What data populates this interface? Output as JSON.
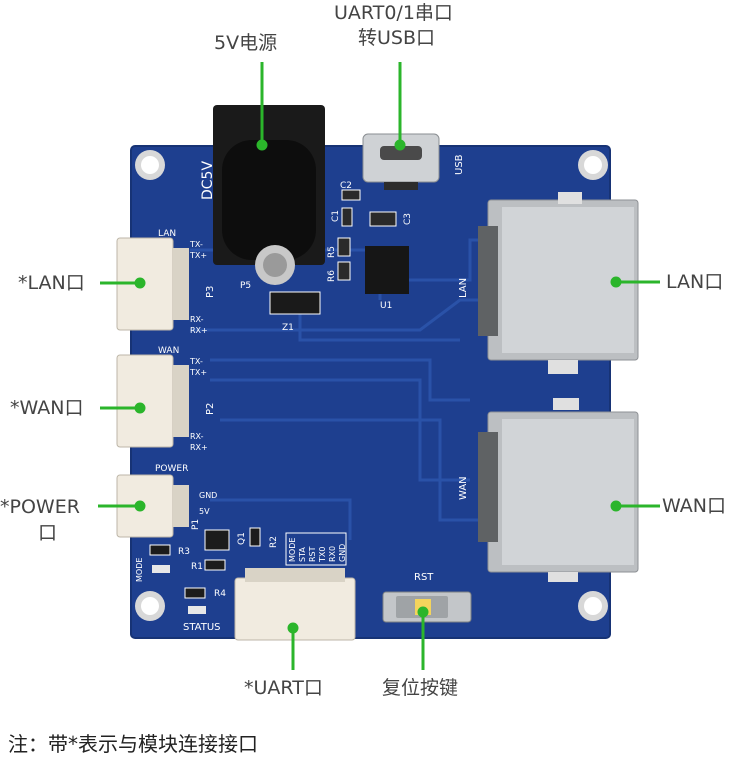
{
  "callouts": {
    "power": "5V电源",
    "uart_usb_line1": "UART0/1串口",
    "uart_usb_line2": "转USB口",
    "lan_left": "*LAN口",
    "wan_left": "*WAN口",
    "power_port_line1": "*POWER",
    "power_port_line2": "口",
    "uart_bottom": "*UART口",
    "reset": "复位按键",
    "lan_right": "LAN口",
    "wan_right": "WAN口"
  },
  "footnote": "注：带*表示与模块连接接口",
  "silkscreen": {
    "dc_jack": "DC5V",
    "usb": "USB",
    "p5": "P5",
    "z1": "Z1",
    "u1": "U1",
    "c1": "C1",
    "c2": "C2",
    "c3": "C3",
    "r5": "R5",
    "r6": "R6",
    "lan_header": "LAN",
    "lan_tx_minus": "TX-",
    "lan_tx_plus": "TX+",
    "lan_rx_minus": "RX-",
    "lan_rx_plus": "RX+",
    "p3": "P3",
    "wan_header": "WAN",
    "wan_tx_minus": "TX-",
    "wan_tx_plus": "TX+",
    "wan_rx_minus": "RX-",
    "wan_rx_plus": "RX+",
    "p2": "P2",
    "power_header": "POWER",
    "gnd": "GND",
    "v5": "5V",
    "p1": "P1",
    "q1": "Q1",
    "r2": "R2",
    "r3": "R3",
    "r1": "R1",
    "r4": "R4",
    "mode": "MODE",
    "status": "STATUS",
    "rst": "RST",
    "uart_pins": [
      "MODE",
      "STA",
      "RST",
      "TX0",
      "RX0",
      "GND"
    ],
    "lan_jack": "LAN",
    "wan_jack": "WAN"
  },
  "colors": {
    "pcb": "#1e3f8f",
    "pcb_edge": "#173375",
    "trace": "#2a52a8",
    "callout_line": "#2bb52b",
    "connector": "#f1ebe0",
    "jack_metal": "#c9cccf"
  }
}
